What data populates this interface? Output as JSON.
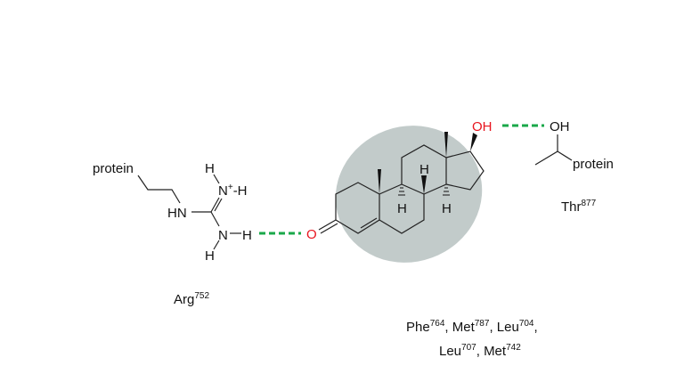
{
  "colors": {
    "hbond": "#1aa84a",
    "oxygen": "#e8141e",
    "pocket": "#c2cbca"
  },
  "arg": {
    "protein": "protein",
    "hn": "HN",
    "n_plus": "N",
    "plus": "+",
    "dash_h": "-H",
    "h_top": "H",
    "n": "N",
    "nh_h": "H",
    "h_bottom": "H",
    "residue": "Arg",
    "number": "752"
  },
  "steroid": {
    "o": "O",
    "oh": "OH",
    "h9": "H",
    "h8": "H",
    "h14": "H"
  },
  "thr": {
    "oh": "OH",
    "protein": "protein",
    "residue": "Thr",
    "number": "877"
  },
  "pocket_residues": [
    {
      "name": "Phe",
      "number": "764",
      "sep": ", "
    },
    {
      "name": "Met",
      "number": "787",
      "sep": ", "
    },
    {
      "name": "Leu",
      "number": "704",
      "sep": ","
    },
    {
      "name": "Leu",
      "number": "707",
      "sep": ", "
    },
    {
      "name": "Met",
      "number": "742",
      "sep": ""
    }
  ]
}
